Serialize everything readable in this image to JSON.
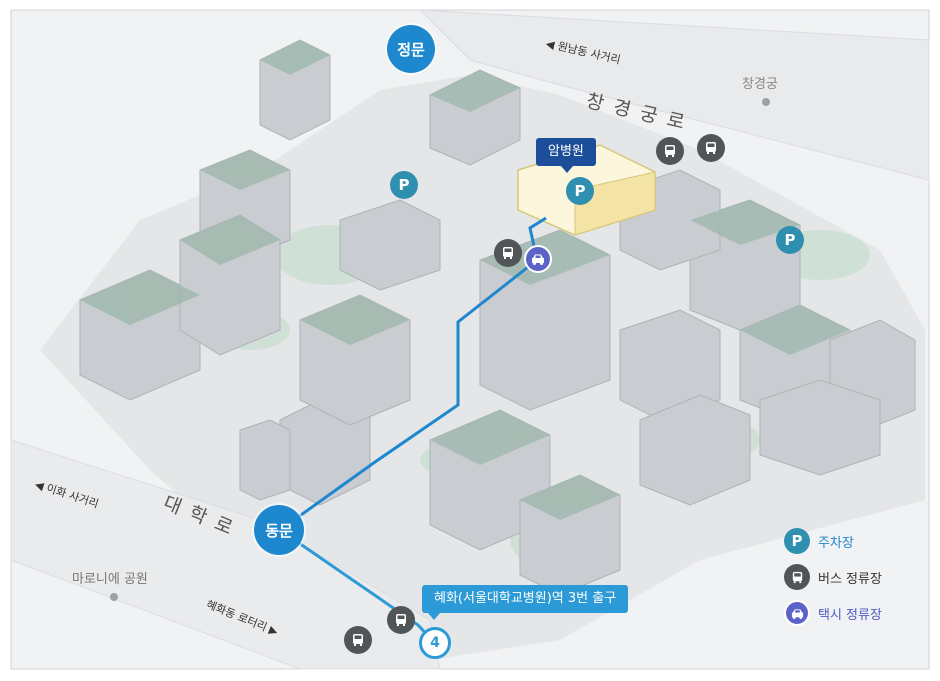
{
  "gates": {
    "main": "정문",
    "east": "동문"
  },
  "roads": {
    "changgyeonggung": "창 경 궁 로",
    "daehak": "대 학 로",
    "wonnam": "◀ 원남동 사거리",
    "ihwa": "◀ 이화 사거리",
    "hyehwa": "혜화동 로터리 ▶"
  },
  "places": {
    "changgyeonggung": "창경궁",
    "marronnier_park": "마로니에 공원",
    "cancer_hospital": "암병원"
  },
  "subway": {
    "exit_label": "혜화(서울대학교병원)역 3번 출구",
    "exit_number": "4"
  },
  "legend": {
    "parking": "주차장",
    "bus_stop": "버스 정류장",
    "taxi_stop": "택시 정류장"
  },
  "marker_glyphs": {
    "parking": "P"
  },
  "colors": {
    "gate_blue": "#1e88cf",
    "route_blue": "#1e88cf",
    "callout_navy": "#1d4e9a",
    "callout_light": "#2c9ad6",
    "parking_teal": "#2f8fb0",
    "bus_gray": "#505558",
    "taxi_purple": "#5b63c8",
    "legend_parking_text": "#1e88cf",
    "legend_taxi_text": "#4f5ac6"
  }
}
